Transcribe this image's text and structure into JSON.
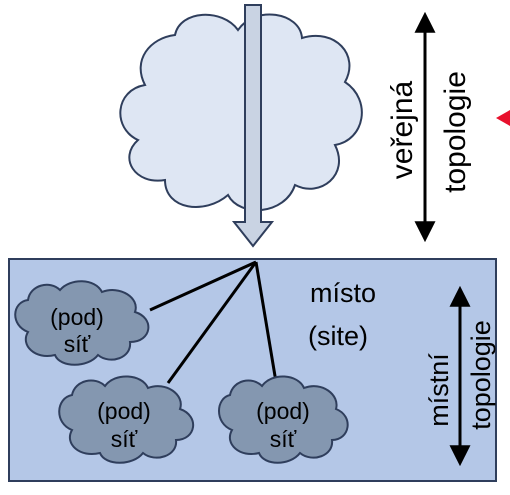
{
  "labels": {
    "public_topology_line1": "veřejná",
    "public_topology_line2": "topologie",
    "site_line1": "místo",
    "site_line2": "(site)",
    "local_topology_line1": "místní",
    "local_topology_line2": "topologie",
    "subnet_line1": "(pod)",
    "subnet_line2": "síť"
  },
  "colors": {
    "big_cloud_fill": "#dee6f3",
    "site_box_fill": "#b4c7e7",
    "small_cloud_fill": "#8497b0",
    "outline": "#2f3e5c",
    "arrow_fill": "#c9d3e3",
    "pointer_red": "#e8112d"
  },
  "icons": {
    "internet": "cloud-icon",
    "subnet": "cloud-icon",
    "downward_arrow": "arrow-down-icon",
    "range_arrow": "double-arrow-icon"
  }
}
